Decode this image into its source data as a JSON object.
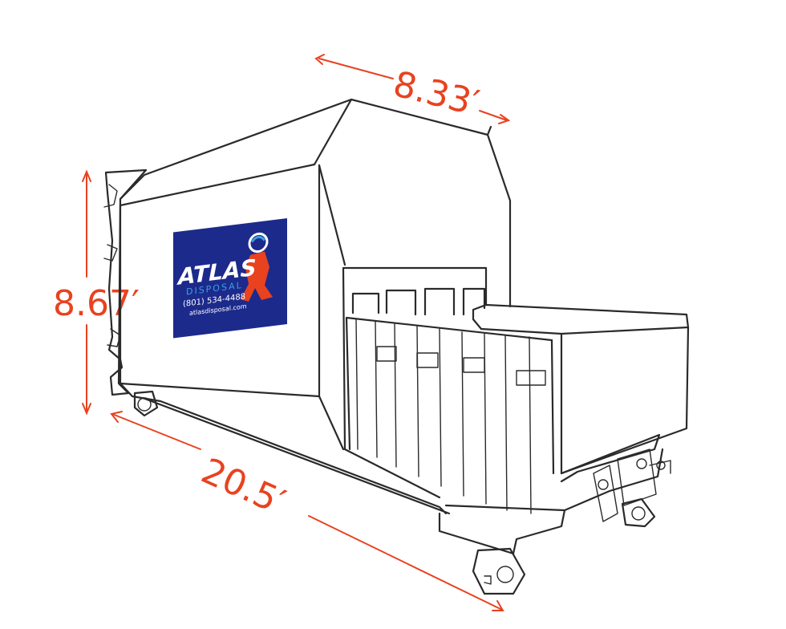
{
  "dimensions": {
    "width": "8.33′",
    "height": "8.67′",
    "length": "20.5′"
  },
  "sign": {
    "brand": "ATLAS",
    "sub": "DISPOSAL",
    "phone": "(801) 534-4488",
    "url": "atlasdisposal.com"
  },
  "colors": {
    "dimension": "#e8421f",
    "sign_bg": "#1c2a8c",
    "line": "#2a2a2a"
  }
}
